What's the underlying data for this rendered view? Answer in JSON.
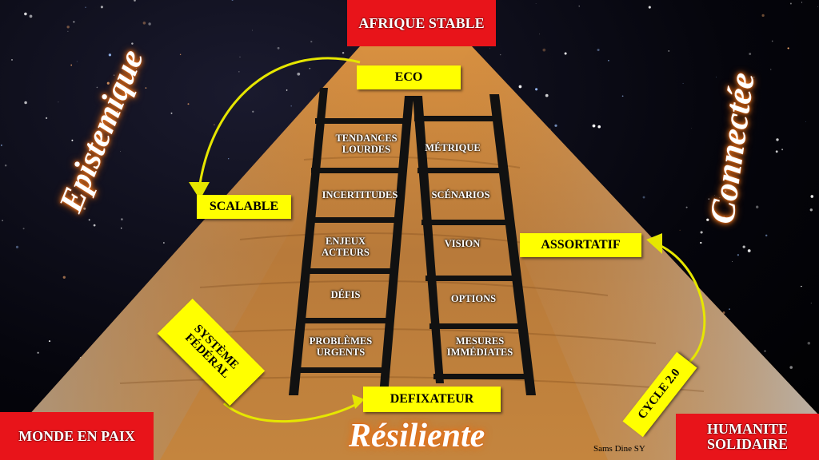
{
  "corners": {
    "top": "AFRIQUE STABLE",
    "bottom_left": "MONDE EN PAIX",
    "bottom_right": "HUMANITE SOLIDAIRE"
  },
  "tags": {
    "eco": "ECO",
    "scalable": "SCALABLE",
    "assortatif": "ASSORTATIF",
    "defixateur": "DEFIXATEUR",
    "systeme_federal": "SYSTÈME FÉDÉRAL",
    "cycle": "CYCLE 2.0"
  },
  "curved_words": {
    "left": "Epistemique",
    "right": "Connectée",
    "bottom": "Résiliente"
  },
  "left_ladder": [
    "TENDANCES LOURDES",
    "INCERTITUDES",
    "ENJEUX ACTEURS",
    "DÉFIS",
    "PROBLÈMES URGENTS"
  ],
  "right_ladder": [
    "MÉTRIQUE",
    "SCÉNARIOS",
    "VISION",
    "OPTIONS",
    "MESURES IMMÉDIATES"
  ],
  "credit": "Sams  Dine SY",
  "colors": {
    "red": "#e8141a",
    "yellow": "#ffff00",
    "pyramid": "#c7873a",
    "ladder": "#111111"
  }
}
